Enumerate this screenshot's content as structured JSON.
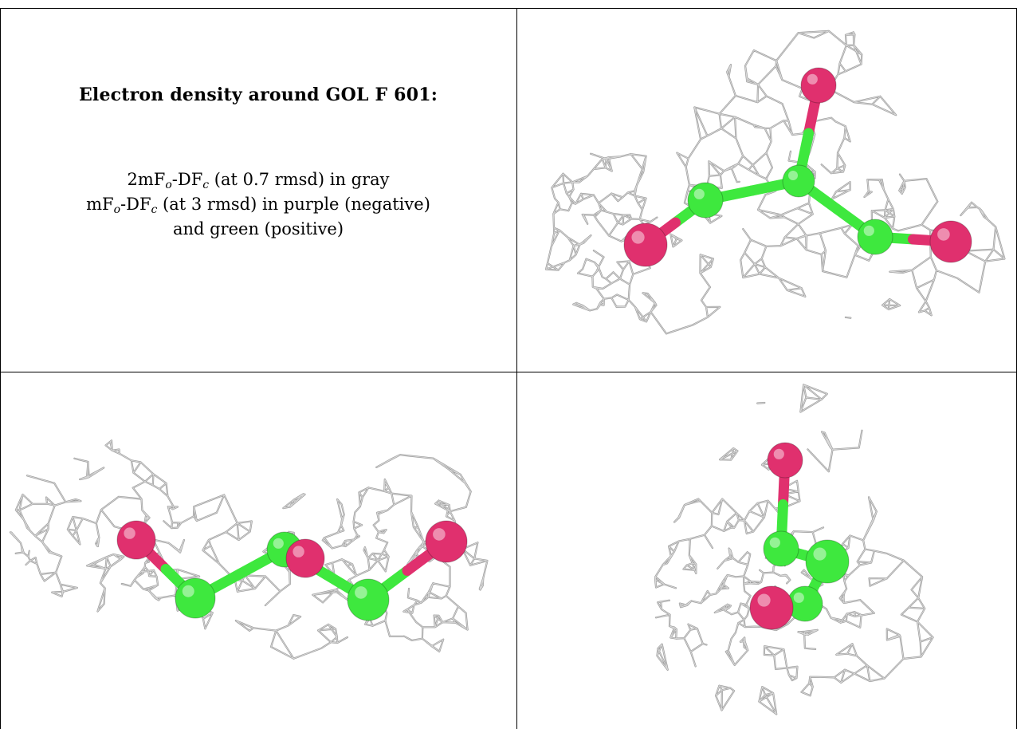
{
  "title": "Electron density around GOL F 601:",
  "legend": {
    "line1": {
      "pre": "2mF",
      "sub1": "o",
      "mid": "-DF",
      "sub2": "c",
      "post": " (at 0.7 rmsd) in gray"
    },
    "line2": {
      "pre": "mF",
      "sub1": "o",
      "mid": "-DF",
      "sub2": "c",
      "post": " (at 3 rmsd) in purple (negative)"
    },
    "line3": "and green (positive)"
  },
  "colors": {
    "mesh": "#9a9a9a",
    "carbon": "#3ee83e",
    "oxygen": "#e0306e",
    "border": "#000000"
  },
  "panels": [
    {
      "name": "view-top-right"
    },
    {
      "name": "view-bottom-left"
    },
    {
      "name": "view-bottom-right"
    }
  ]
}
